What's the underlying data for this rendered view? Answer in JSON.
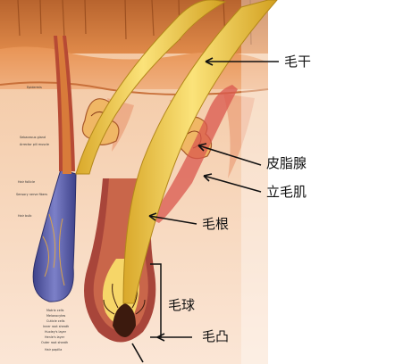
{
  "labels": {
    "hair_shaft": "毛干",
    "sebaceous_gland": "皮脂腺",
    "arrector_pili": "立毛肌",
    "hair_root": "毛根",
    "hair_bulb": "毛球",
    "dermal_papilla": "毛凸"
  },
  "small_labels": {
    "epidermis": "Epidermis",
    "sebaceous_gland": "Sebaceous gland",
    "arrector_pili_muscle": "Arrector pili muscle",
    "hair_follicle": "Hair follicle",
    "sensory_nerve_fibers": "Sensory nerve fibers",
    "hair_bulb": "Hair bulb",
    "matrix_cells": "Matrix cells",
    "melanocytes": "Melanocytes",
    "cuticle_cells": "Cuticle cells",
    "inner_root_sheath": "Inner root sheath",
    "huxleys_layer": "Huxley's layer",
    "henles_layer": "Henle's layer",
    "outer_root_sheath": "Outer root sheath",
    "hair_papilla": "Hair papilla"
  },
  "colors": {
    "hair_shaft": "#f2cf3c",
    "hair_shaft_edge": "#c89a1c",
    "skin": "#e49a5a",
    "dermis": "#f4c9a6",
    "follicle_sheath": "#a8453a",
    "sebaceous": "#e6a04a",
    "nerve_bulb": "#5b5fa8"
  }
}
